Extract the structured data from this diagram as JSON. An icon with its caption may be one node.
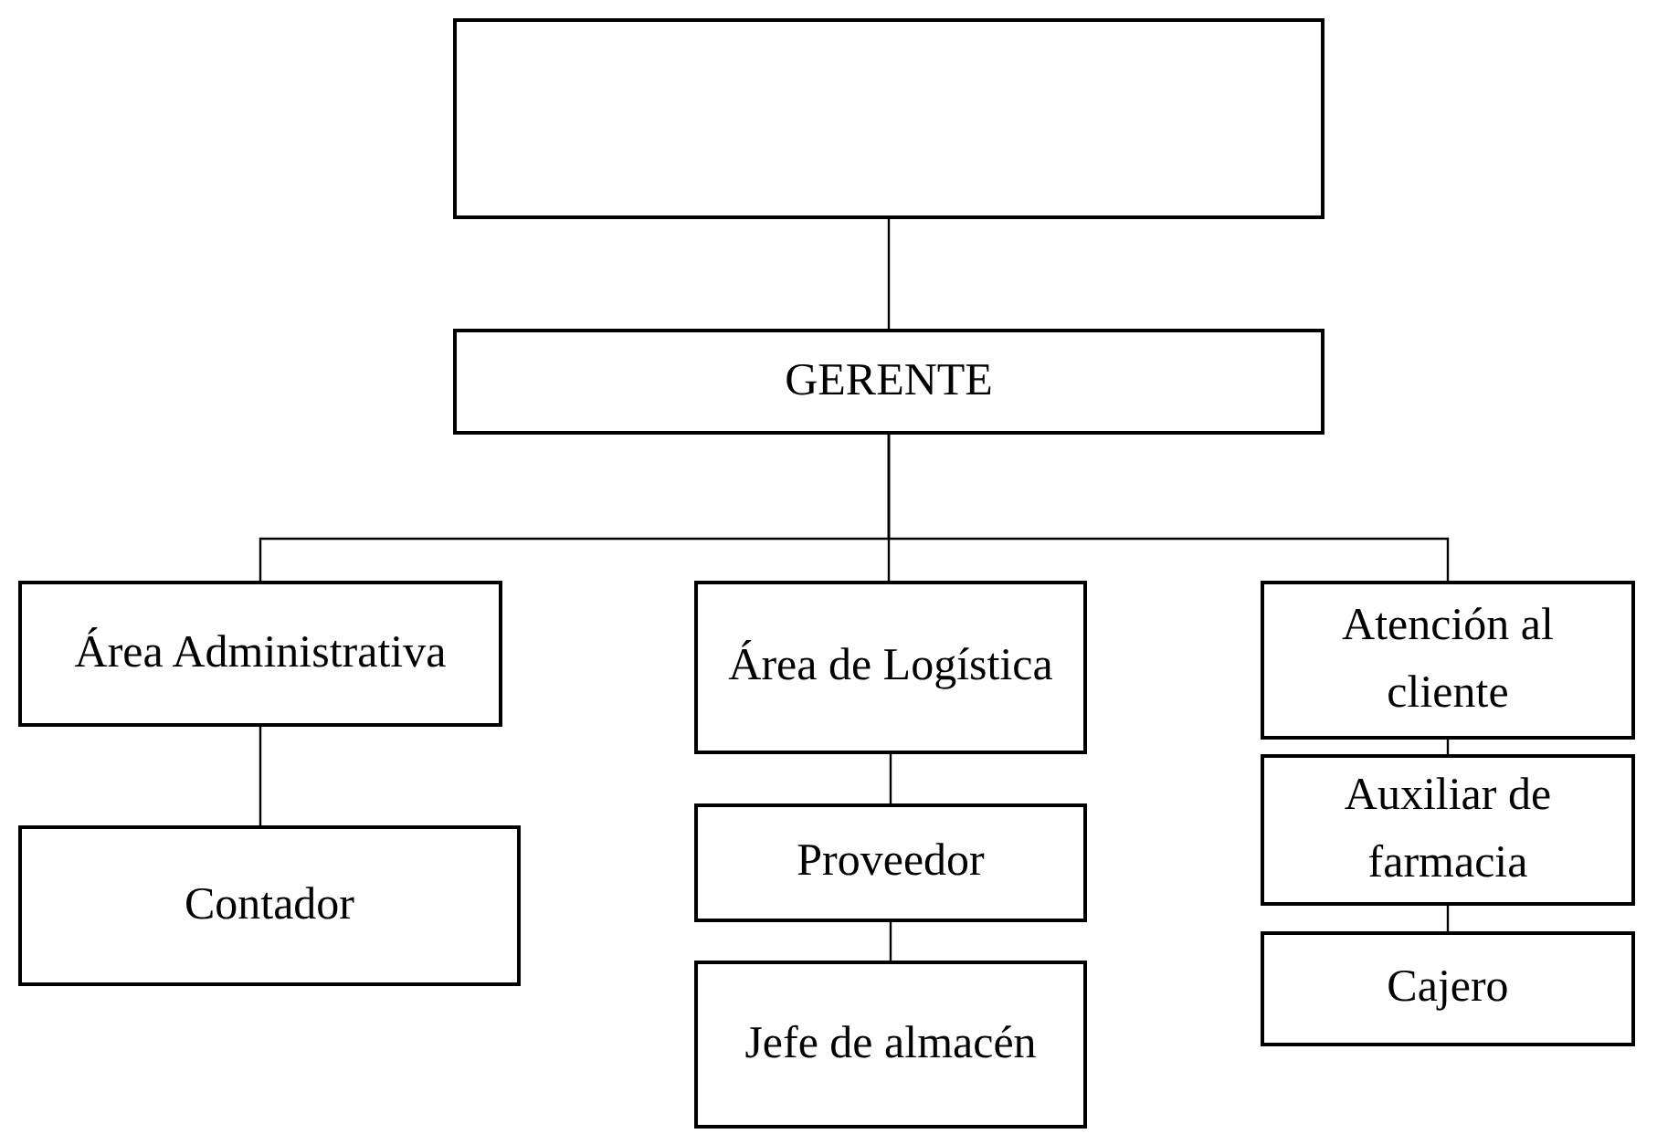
{
  "diagram": {
    "nodes": [
      {
        "text": [],
        "shape": "box"
      },
      {
        "text": [
          "GERENTE"
        ]
      },
      {
        "text": [
          "Área Administrativa"
        ]
      },
      {
        "text": [
          "Contador"
        ]
      },
      {
        "text": [
          "Área de Logística"
        ]
      },
      {
        "text": [
          "Proveedor"
        ]
      },
      {
        "text": [
          "Jefe de almacén"
        ]
      },
      {
        "text": [
          "Atención al cliente"
        ]
      },
      {
        "text": [
          "Auxiliar de farmacia"
        ]
      },
      {
        "text": [
          "Cajero"
        ]
      }
    ],
    "edges": [
      {
        "from": 0,
        "to": 1,
        "arrow": "none"
      },
      {
        "from": 1,
        "to": 2,
        "arrow": "none"
      },
      {
        "from": 1,
        "to": 4,
        "arrow": "none"
      },
      {
        "from": 1,
        "to": 7,
        "arrow": "none"
      },
      {
        "from": 2,
        "to": 3,
        "arrow": "none"
      },
      {
        "from": 4,
        "to": 5,
        "arrow": "none"
      },
      {
        "from": 5,
        "to": 6,
        "arrow": "none"
      },
      {
        "from": 7,
        "to": 8,
        "arrow": "none"
      },
      {
        "from": 8,
        "to": 9,
        "arrow": "none"
      }
    ]
  }
}
